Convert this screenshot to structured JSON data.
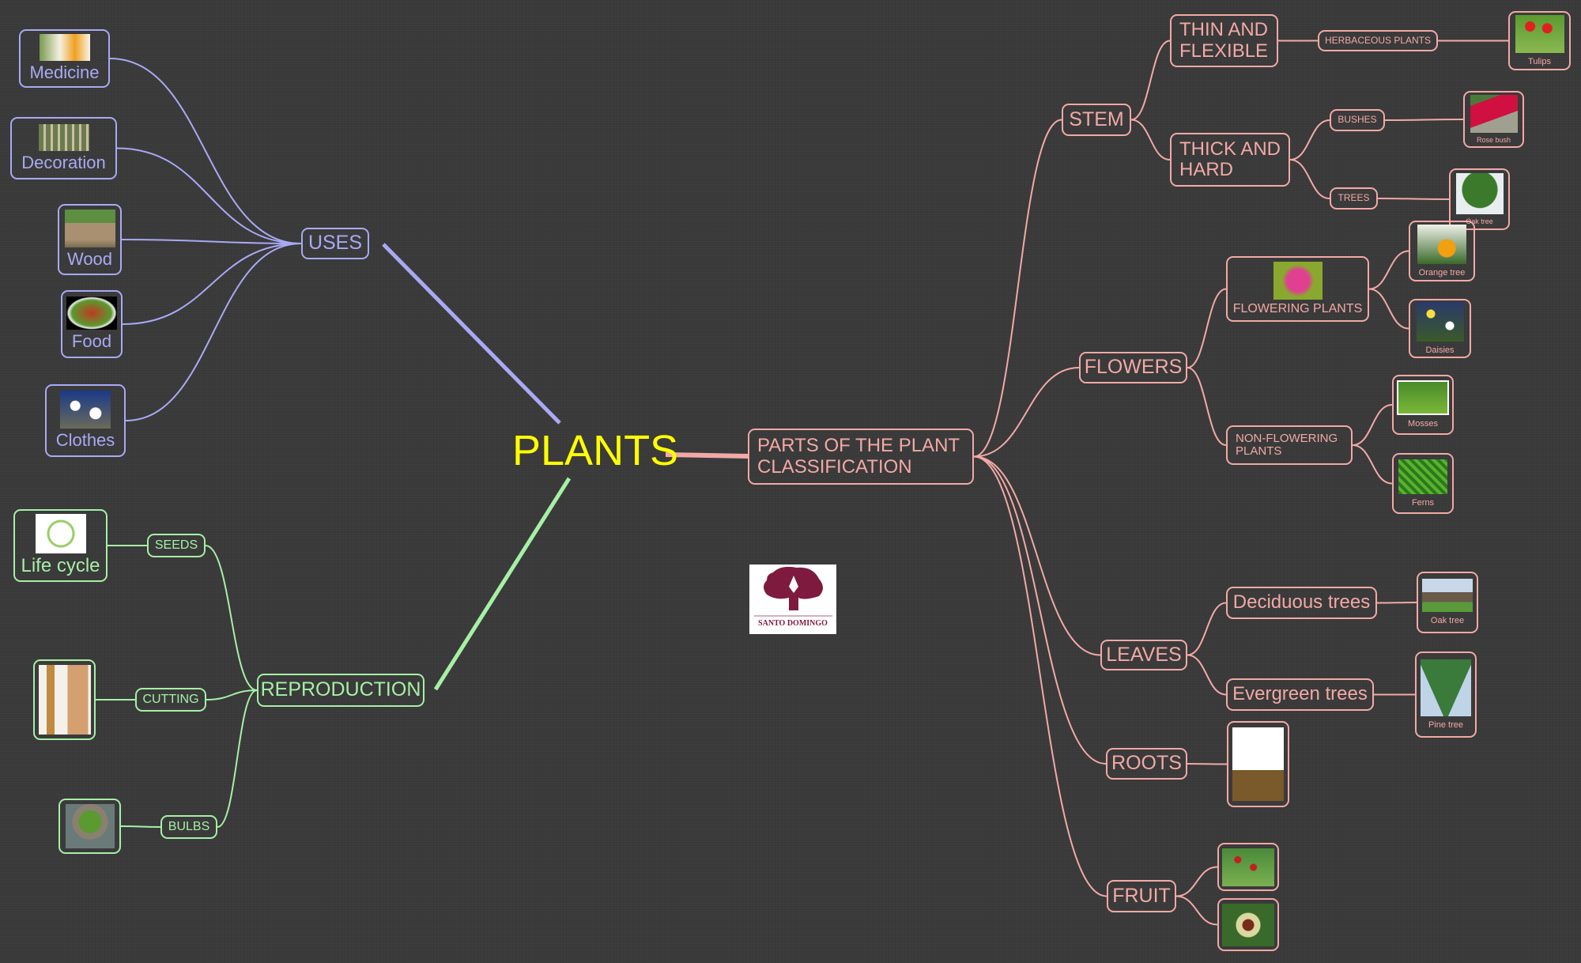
{
  "colors": {
    "uses": "#a9a9f5",
    "reproduction": "#a6f0a6",
    "parts": "#f2a9a6",
    "center": "#ffff00",
    "background": "#3a3a3a",
    "logo": "#7e1a3e"
  },
  "center": {
    "label": "PLANTS"
  },
  "uses": {
    "label": "USES",
    "items": [
      {
        "label": "Medicine",
        "image": "medicine-photo"
      },
      {
        "label": "Decoration",
        "image": "garden-photo"
      },
      {
        "label": "Wood",
        "image": "logs-photo"
      },
      {
        "label": "Food",
        "image": "salad-photo"
      },
      {
        "label": "Clothes",
        "image": "cotton-photo"
      }
    ]
  },
  "reproduction": {
    "label": "REPRODUCTION",
    "branches": [
      {
        "label": "SEEDS",
        "image_caption": "Life cycle",
        "image": "life-cycle-diagram"
      },
      {
        "label": "CUTTING",
        "image": "cutting-illustration"
      },
      {
        "label": "BULBS",
        "image": "bulb-plant-photo"
      }
    ]
  },
  "parts": {
    "label_line1": "PARTS OF THE PLANT",
    "label_line2": "CLASSIFICATION",
    "stem": {
      "label": "STEM",
      "thin": {
        "line1": "THIN AND",
        "line2": "FLEXIBLE",
        "child": "HERBACEOUS PLANTS",
        "example": "Tulips"
      },
      "thick": {
        "line1": "THICK AND",
        "line2": "HARD",
        "bushes": {
          "label": "BUSHES",
          "example": "Rose bush"
        },
        "trees": {
          "label": "TREES",
          "example": "Oak tree"
        }
      }
    },
    "flowers": {
      "label": "FLOWERS",
      "flowering": {
        "label": "FLOWERING PLANTS",
        "examples": [
          "Orange tree",
          "Daisies"
        ]
      },
      "non_flowering": {
        "line1": "NON-FLOWERING",
        "line2": "PLANTS",
        "examples": [
          "Mosses",
          "Ferns"
        ]
      }
    },
    "leaves": {
      "label": "LEAVES",
      "deciduous": {
        "label": "Deciduous trees",
        "example": "Oak tree"
      },
      "evergreen": {
        "label": "Evergreen trees",
        "example": "Pine tree"
      }
    },
    "roots": {
      "label": "ROOTS",
      "image": "roots-diagram"
    },
    "fruit": {
      "label": "FRUIT",
      "images": [
        "apple-tree-photo",
        "chestnut-photo"
      ]
    }
  },
  "logo": {
    "text": "SANTO DOMINGO"
  }
}
